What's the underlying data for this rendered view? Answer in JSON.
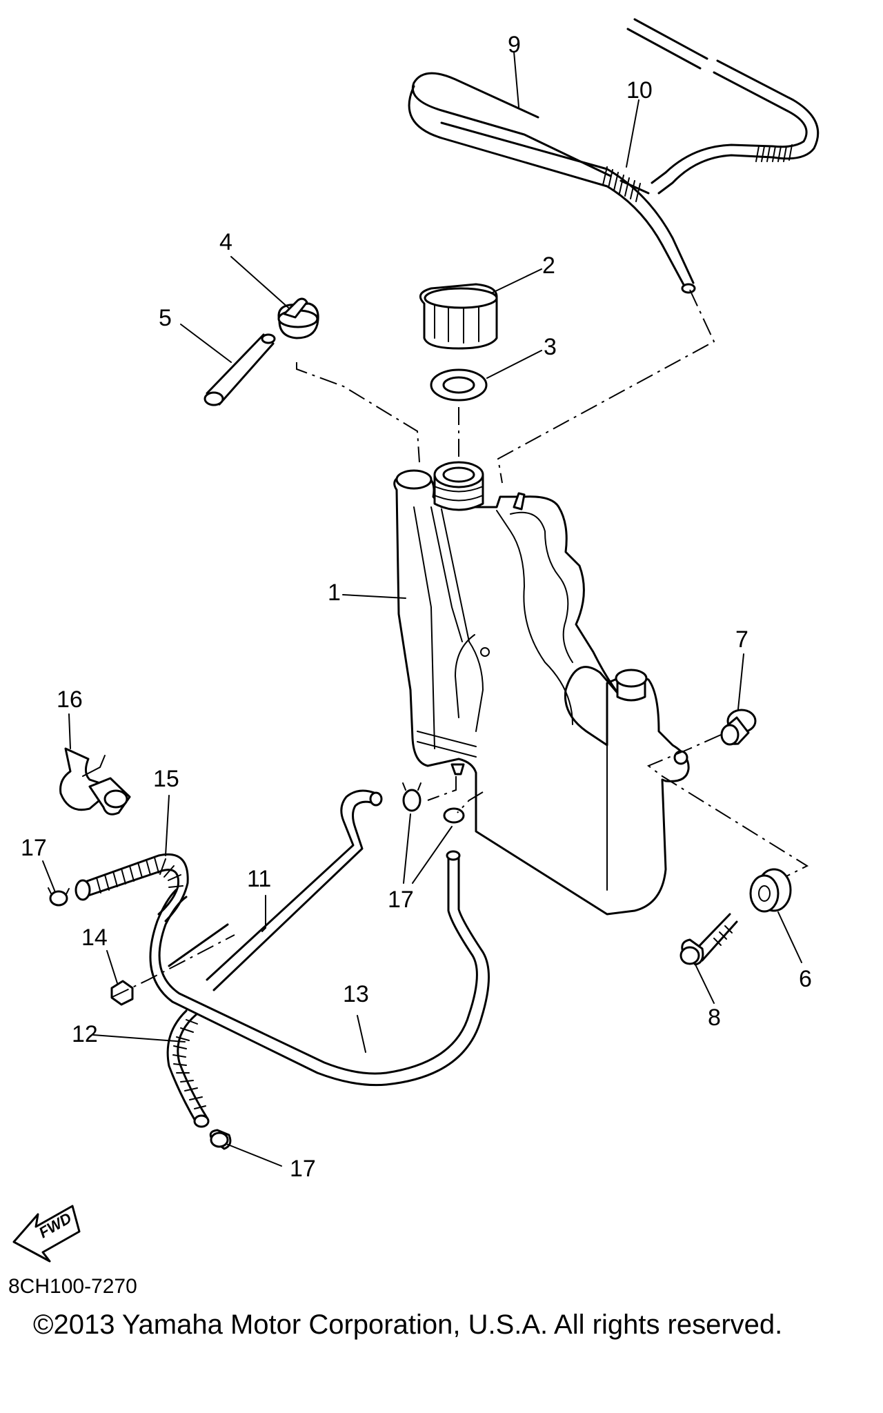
{
  "diagram": {
    "callouts": {
      "c1": "1",
      "c2": "2",
      "c3": "3",
      "c4": "4",
      "c5": "5",
      "c6": "6",
      "c7": "7",
      "c8": "8",
      "c9": "9",
      "c10": "10",
      "c11": "11",
      "c12": "12",
      "c13": "13",
      "c14": "14",
      "c15": "15",
      "c16": "16",
      "c17a": "17",
      "c17b": "17",
      "c17c": "17"
    },
    "fwd_label": "FWD",
    "part_code": "8CH100-7270",
    "copyright": "©2013 Yamaha Motor Corporation, U.S.A. All rights reserved."
  }
}
